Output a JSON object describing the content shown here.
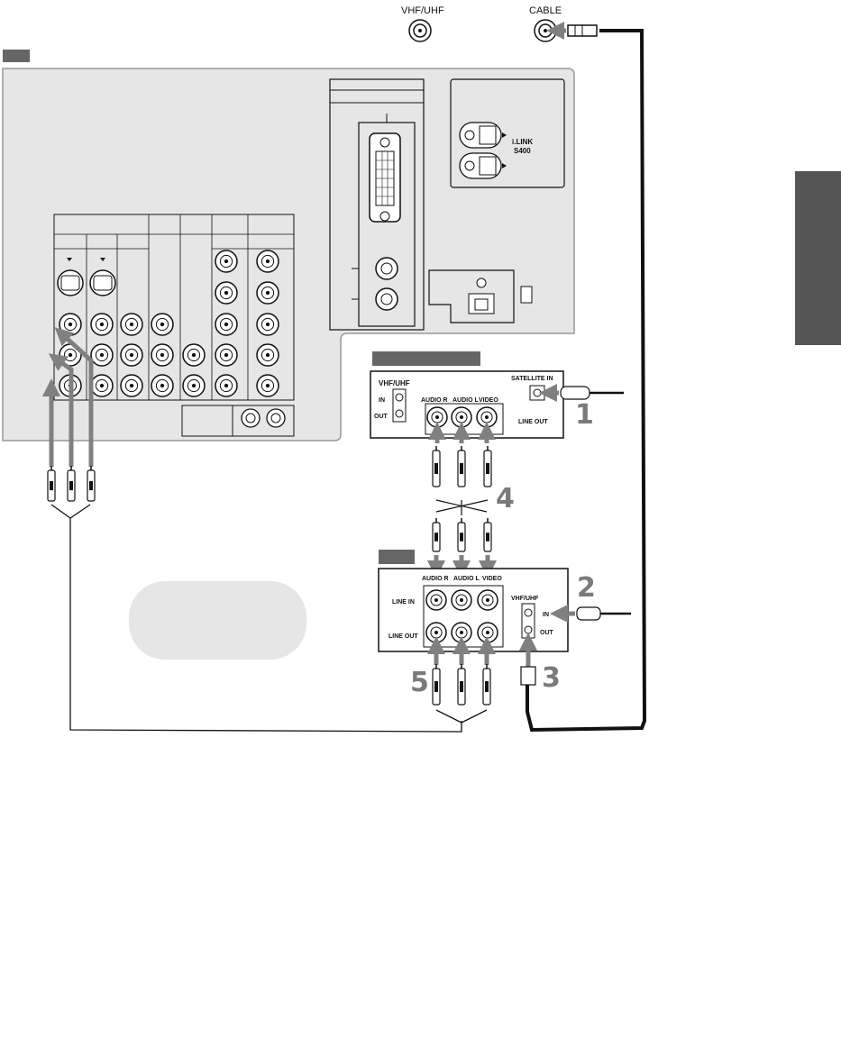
{
  "antenna": {
    "vhf_uhf": "VHF/UHF",
    "cable": "CABLE"
  },
  "satellite_receiver": {
    "vhf_uhf": "VHF/UHF",
    "in": "IN",
    "out": "OUT",
    "satellite_in": "SATELLITE IN",
    "audio_r": "AUDIO R",
    "audio_l": "AUDIO L",
    "video": "VIDEO",
    "line_out": "LINE OUT"
  },
  "vcr": {
    "audio_r": "AUDIO R",
    "audio_l": "AUDIO L",
    "video": "VIDEO",
    "line_in": "LINE IN",
    "line_out": "LINE OUT",
    "vhf_uhf": "VHF/UHF",
    "in": "IN",
    "out": "OUT"
  },
  "ilink": {
    "label": "i.LINK",
    "speed": "S400"
  },
  "steps": [
    "1",
    "2",
    "3",
    "4",
    "5"
  ],
  "colors": {
    "panel": "#e6e6e6",
    "arrow": "#808080",
    "tab": "#555555",
    "cable": "#111111"
  }
}
